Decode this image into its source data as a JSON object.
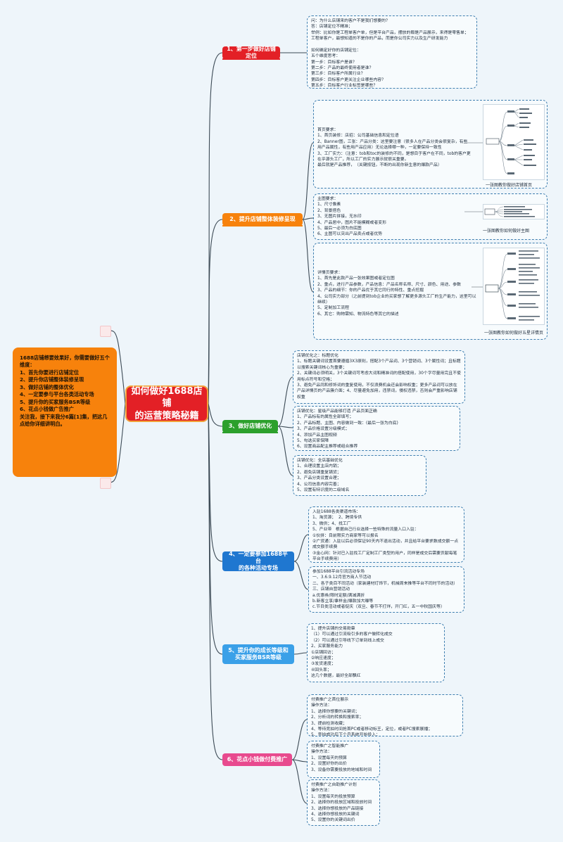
{
  "center_title": "如何做好1688店铺\n的运营策略秘籍",
  "left_note": "1688店铺想要效果好，你需要做好五个维度：\n1、首先你要进行店铺定位\n2、提升你店铺整体装修呈现\n3、做好店铺的整体优化\n4、一定要参与平台各类活动专场\n5、提升你的买家服务BSR等级\n6、花点小钱做广告推广\n关注我，接下来我分6篇[1]集，把这几点给你详细讲明白。",
  "colors": {
    "center_bg": "#e32026",
    "left_note_bg": "#f7820c",
    "b1": "#e32026",
    "b2": "#f7820c",
    "b3": "#2ca02c",
    "b4": "#1f77d0",
    "b5": "#3aa0e8",
    "b6": "#e84a8e",
    "connector": "#3c4a55"
  },
  "branches": [
    {
      "label": "1、第一步做好店铺定位"
    },
    {
      "label": "2、提升店铺整体装修呈现"
    },
    {
      "label": "3、做好店铺优化"
    },
    {
      "label": "4、一定要参加1688平台\n的各种活动专场"
    },
    {
      "label": "5、提升你的成长等级和\n买家服务BSR等级"
    },
    {
      "label": "6、花点小钱做付费推广"
    }
  ],
  "details": {
    "b1": "问：为什么店铺来的客户不是我们想要的？\n答：店铺定位不精准；\n举例：比如你是工程单客户单，但是平台产品，摆放的都是产品展示，来得是零售单；\n工程单客户，最想知道的不是你的产品，而是你公司实力以及生产研发能力\n\n如何确定好你的店铺定位：\n五个维度思考：\n第一步：目标客户是谁？\n第二步：产品的最终使用者是谁？\n第三步：目标客户所属行业？\n第四步：目标客户更关注企业哪些内容？\n第五步：目标客户行业标签是哪些？",
    "b2a": "首页要求：\n1、首页装修：店招：公司基础信息和定位语\n2、Banner图，三张：产品分类：这里要注意（很多人在产品分类会很复杂，有些用产品属性，有些用产品应用）无论选择哪一种，一定要保持一致性\n3、工厂实力：（注意：tob和toc的装修的不同，是想目于客户在不同，tob的客户更在乎源头工厂，所以工厂的实力展示就很关重要。\n最后就是产品推荐，（关键按钮，不断的出现你新生意的爆款产品）",
    "b2a_caption": "一张图教你做好店铺首页",
    "b2b": "主图要求：\n1、尺寸像素\n2、背景搭色\n3、无图片拼接，无水印\n4、产品居中，图片不能模糊或者变形\n5、最后一必须为白底图\n6、主图可以突出产品卖点或者优势",
    "b2b_caption": "一张图教你如何做好主图",
    "b2c": "详情页要求：\n1、首先是此款产品一张效果图或者定位图\n2、重点，进行产品参数，产品信息：产品名称名称、尺寸、颜色、用途、参数\n3、产品的细节：你的产品优于其它同行的特性、重点挖掘\n4、公司实力部分（之前提到tob企业的买家想了解更多源头工厂的生产能力，这里可以继续）\n5、定制加工流程\n6、其它：购物需知、物流特色等其它的描述",
    "b2c_caption": "一张图教你如何做好五星详情页",
    "b3a": "店铺优化之：标题优化\n1、标题关键词设置首要遵循3X3原则，搭配3个产品词、3个营销词、3个属性词；且标题以搜索关键词核心为重要；\n2、关键词必须明关，3个关键词可考虑大词和精准词的搭配使用，30个字尽量用完且不使用标点符号和空格；\n3、避免产品同和修饰词的重复使用，不仅浪费机会还会影响权重；更多产品词可以放在产品详情页的产品簇介面；4、尽量避免加用，违禁词，侵权违禁，否则会严重影响店铺权重",
    "b3b": "店铺优化：星级产品能够打造 产品页面正确\n1、产品标有的属性全部填写；\n2、产品标题、主图、内容做到一致：(最后一张为白底)\n3、产品价格设置分级模式；\n4、添加产品主图视频\n5、勾选买家保障\n6、设置商品配主推荐或组合推荐",
    "b3c": "店铺优化：全店基础优化\n1、合理设置主店内销；\n2、避免店铺重复铺货；\n3、产品分类设置合理；\n4、公司信息内容完善；\n5、设置有特识度的二级域名",
    "b4a": "入驻1688各类渠道市场：\n1、淘货源；  2、跨境专供\n3、微供；4、找工厂\n5、产业带   根据自己行业选择一些特殊的流量入口入驻：\n①伙拼：目前限实力商家等可以报名\n②广货通：入驻以后必须保证90天内不退出活动，并且给平台要求数成交额一点成交额手续费\n③金心网：针对已入驻找工厂定制工厂类型的用户，同样是成交后需要贡献每笔平台手续费用）",
    "b4b": "参加1688平台引流活动专场\n一、3.6.9.12月官方商人节活动\n二、各子类目不同活动（家装建材灯饰节，机械周末推等平台不同时节的活动）\n三、店铺自营销活动\na.优惠券/限时定额/满减满折\nb.新客立享/拿样金/爆款加大曝等\nc.节日类活动或者促庆（双旦、春节不打烊，开门红，五一中秋国庆等）",
    "b5": "1、提升店铺的交易勋章\n（1）可以通过引流吸引多的客户做转化成交\n（2）可以通过引导线下订单到线上成交\n2、买家服务能力\n①店铺回访；\n②响应速度；\n③发货速度；\n④回头率；\n这几个数据，最好全部飘红",
    "b6a": "付费推广之首位展示\n操作方法：\n1、选择你想要的关键词；\n2、分析词的转换和搜索率；\n3、提前检测收藏；\n4、等待竞拍时间抢首PC或者移动标王，定位，或者PC搜索展播；\n5、竞拍成功后下个月系统开始投入；",
    "b6b": "付费推广之智能推广\n操作方法：\n1、设置每天的预算\n2、设置好你的出价\n3、设备你需要投放的地域和时间",
    "b6c": "付费推广之自助推广计划\n操作方法：\n1、设置每天的投放预算\n2、选择你的投放区域和投放时间\n3、选择你想投放的产品链接\n4、选择你想投放的关键词\n5、设置你的关键词出价"
  }
}
